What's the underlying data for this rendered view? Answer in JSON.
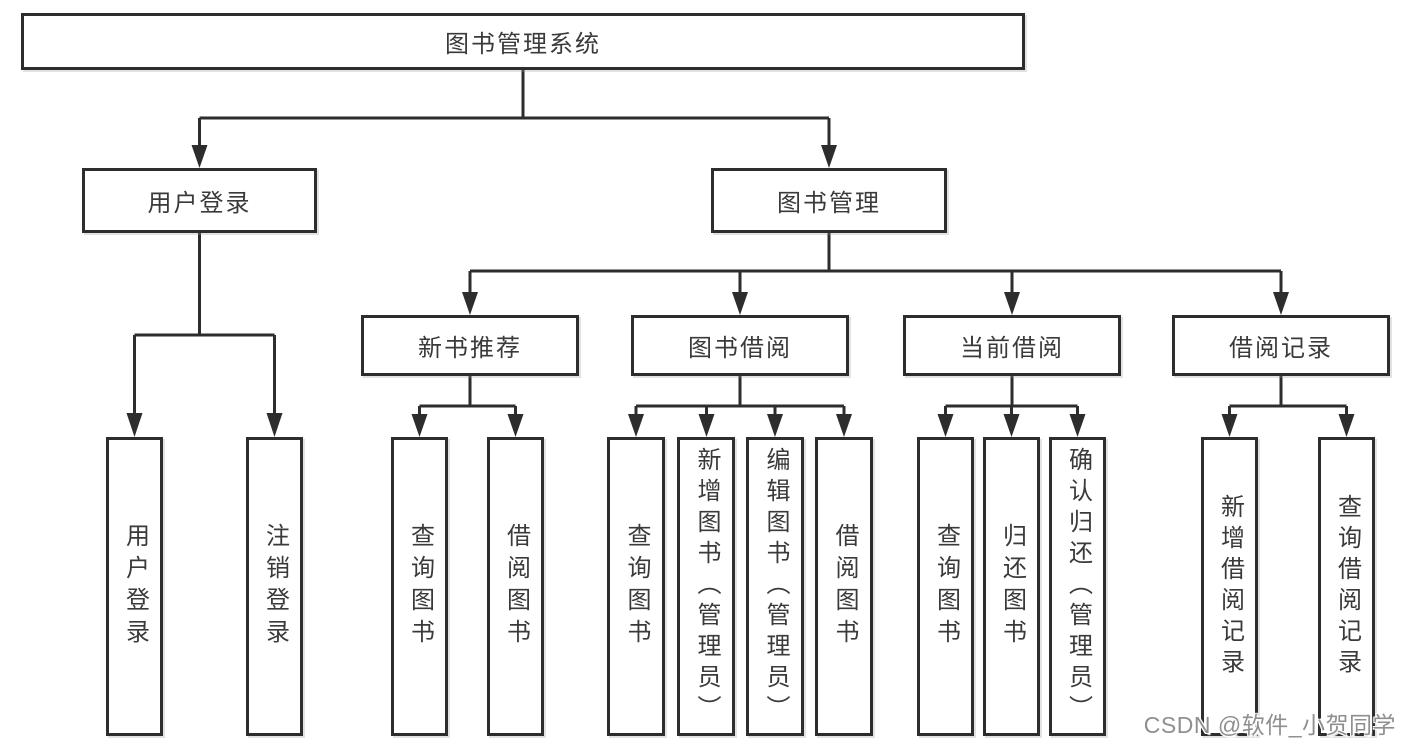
{
  "diagram_title": "图书管理系统",
  "tree": {
    "label": "图书管理系统",
    "children": [
      {
        "label": "用户登录",
        "children": [
          {
            "label": "用户登录"
          },
          {
            "label": "注销登录"
          }
        ]
      },
      {
        "label": "图书管理",
        "children": [
          {
            "label": "新书推荐",
            "children": [
              {
                "label": "查询图书"
              },
              {
                "label": "借阅图书"
              }
            ]
          },
          {
            "label": "图书借阅",
            "children": [
              {
                "label": "查询图书"
              },
              {
                "label": "新增图书（管理员）"
              },
              {
                "label": "编辑图书（管理员）"
              },
              {
                "label": "借阅图书"
              }
            ]
          },
          {
            "label": "当前借阅",
            "children": [
              {
                "label": "查询图书"
              },
              {
                "label": "归还图书"
              },
              {
                "label": "确认归还（管理员）"
              }
            ]
          },
          {
            "label": "借阅记录",
            "children": [
              {
                "label": "新增借阅记录"
              },
              {
                "label": "查询借阅记录"
              }
            ]
          }
        ]
      }
    ]
  },
  "watermark": {
    "text": "CSDN @软件_小贺同学"
  },
  "colors": {
    "line": "#2d2d2d",
    "text": "#3a3a3a",
    "box_background": "#ffffff",
    "page_background": "#ffffff",
    "watermark_text": "#8f8f8f"
  }
}
